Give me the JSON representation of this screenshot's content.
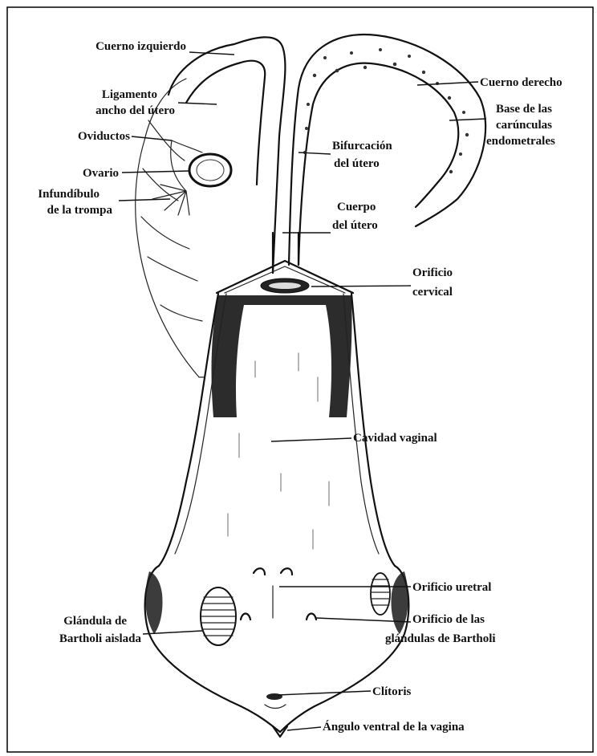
{
  "labels": {
    "left": {
      "cuerno_izquierdo": "Cuerno izquierdo",
      "ligamento_1": "Ligamento",
      "ligamento_2": "ancho del útero",
      "oviductos": "Oviductos",
      "ovario": "Ovario",
      "infundibulo_1": "Infundíbulo",
      "infundibulo_2": "de la trompa",
      "glandula_1": "Glándula de",
      "glandula_2": "Bartholi aislada"
    },
    "right": {
      "cuerno_derecho": "Cuerno derecho",
      "base_1": "Base de las",
      "base_2": "carúnculas",
      "base_3": "endometrales",
      "orificio_cervical_1": "Orificio",
      "orificio_cervical_2": "cervical",
      "orificio_uretral": "Orificio uretral",
      "orificio_glandulas_1": "Orificio de las",
      "orificio_glandulas_2": "glándulas de Bartholi",
      "clitoris": "Clítoris",
      "angulo": "Ángulo ventral de la vagina"
    },
    "inner": {
      "bifurcacion_1": "Bifurcación",
      "bifurcacion_2": "del útero",
      "cuerpo_1": "Cuerpo",
      "cuerpo_2": "del útero",
      "cavidad": "Cavidad vaginal"
    }
  },
  "colors": {
    "ink": "#111111",
    "paper": "#ffffff",
    "frame": "#000000"
  }
}
